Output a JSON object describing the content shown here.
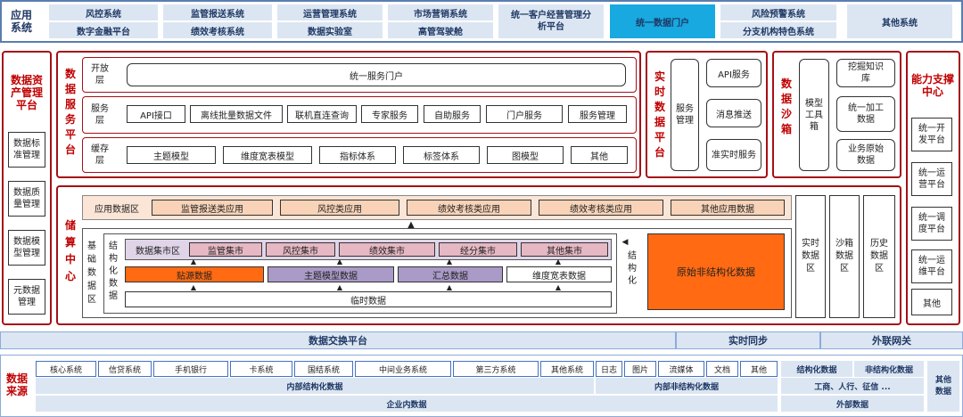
{
  "app_systems": {
    "label": "应用系统",
    "items": [
      "风控系统",
      "数字金融平台",
      "监管报送系统",
      "绩效考核系统",
      "运营管理系统",
      "数据实验室",
      "市场营销系统",
      "高管驾驶舱",
      "统一客户经营管理分析平台",
      "统一数据门户",
      "风险预警系统",
      "分支机构特色系统",
      "其他系统"
    ]
  },
  "asset_platform": {
    "title": "数据资产管理平台",
    "items": [
      "数据标准管理",
      "数据质量管理",
      "数据模型管理",
      "元数据管理"
    ]
  },
  "service_platform": {
    "title": "数据服务平台",
    "open_layer": {
      "label": "开放层",
      "item": "统一服务门户"
    },
    "service_layer": {
      "label": "服务层",
      "items": [
        "API接口",
        "离线批量数据文件",
        "联机直连查询",
        "专家服务",
        "自助服务",
        "门户服务",
        "服务管理"
      ]
    },
    "cache_layer": {
      "label": "缓存层",
      "items": [
        "主题模型",
        "维度宽表模型",
        "指标体系",
        "标签体系",
        "图模型",
        "其他"
      ]
    }
  },
  "realtime_platform": {
    "title": "实时数据平台",
    "left": "服务管理",
    "items": [
      "API服务",
      "消息推送",
      "准实时服务"
    ]
  },
  "sandbox": {
    "title": "数据沙箱",
    "left": "模型工具箱",
    "items": [
      "挖掘知识库",
      "统一加工数据",
      "业务原始数据"
    ]
  },
  "capability_center": {
    "title": "能力支撑中心",
    "items": [
      "统一开发平台",
      "统一运营平台",
      "统一调度平台",
      "统一运维平台",
      "其他"
    ]
  },
  "storage_center": {
    "title": "储算中心",
    "app_zone": {
      "label": "应用数据区",
      "items": [
        "监管报送类应用",
        "风控类应用",
        "绩效考核类应用",
        "绩效考核类应用",
        "其他应用数据"
      ]
    },
    "base_zone": {
      "label": "基础数据区",
      "structured": "结构化数据",
      "market_label": "数据集市区",
      "markets": [
        "监管集市",
        "风控集市",
        "绩效集市",
        "经分集市",
        "其他集市"
      ],
      "row2": [
        "贴源数据",
        "主题模型数据",
        "汇总数据",
        "维度宽表数据"
      ],
      "temp": "临时数据",
      "structuring": "结构化",
      "raw": "原始非结构化数据"
    },
    "right": [
      "实时数据区",
      "沙箱数据区",
      "历史数据区"
    ]
  },
  "exchange_bar": {
    "main": "数据交换平台",
    "sync": "实时同步",
    "external": "外联网关"
  },
  "data_sources": {
    "label": "数据来源",
    "internal_structured": [
      "核心系统",
      "信贷系统",
      "手机银行",
      "卡系统",
      "国结系统",
      "中间业务系统",
      "第三方系统",
      "其他系统"
    ],
    "internal_unstructured": [
      "日志",
      "图片",
      "流媒体",
      "文档",
      "其他"
    ],
    "internal_structured_label": "内部结构化数据",
    "internal_unstructured_label": "内部非结构化数据",
    "external_heads": [
      "结构化数据",
      "非结构化数据"
    ],
    "external_row": "工商、人行、征信 ...",
    "external_label": "外部数据",
    "enterprise_label": "企业内数据",
    "other": "其他数据"
  },
  "colors": {
    "red": "#a50f15",
    "peach": "#f8d3b8",
    "lavender": "#a99ac7",
    "orange": "#ff6a13",
    "blue": "#17a9e0"
  }
}
